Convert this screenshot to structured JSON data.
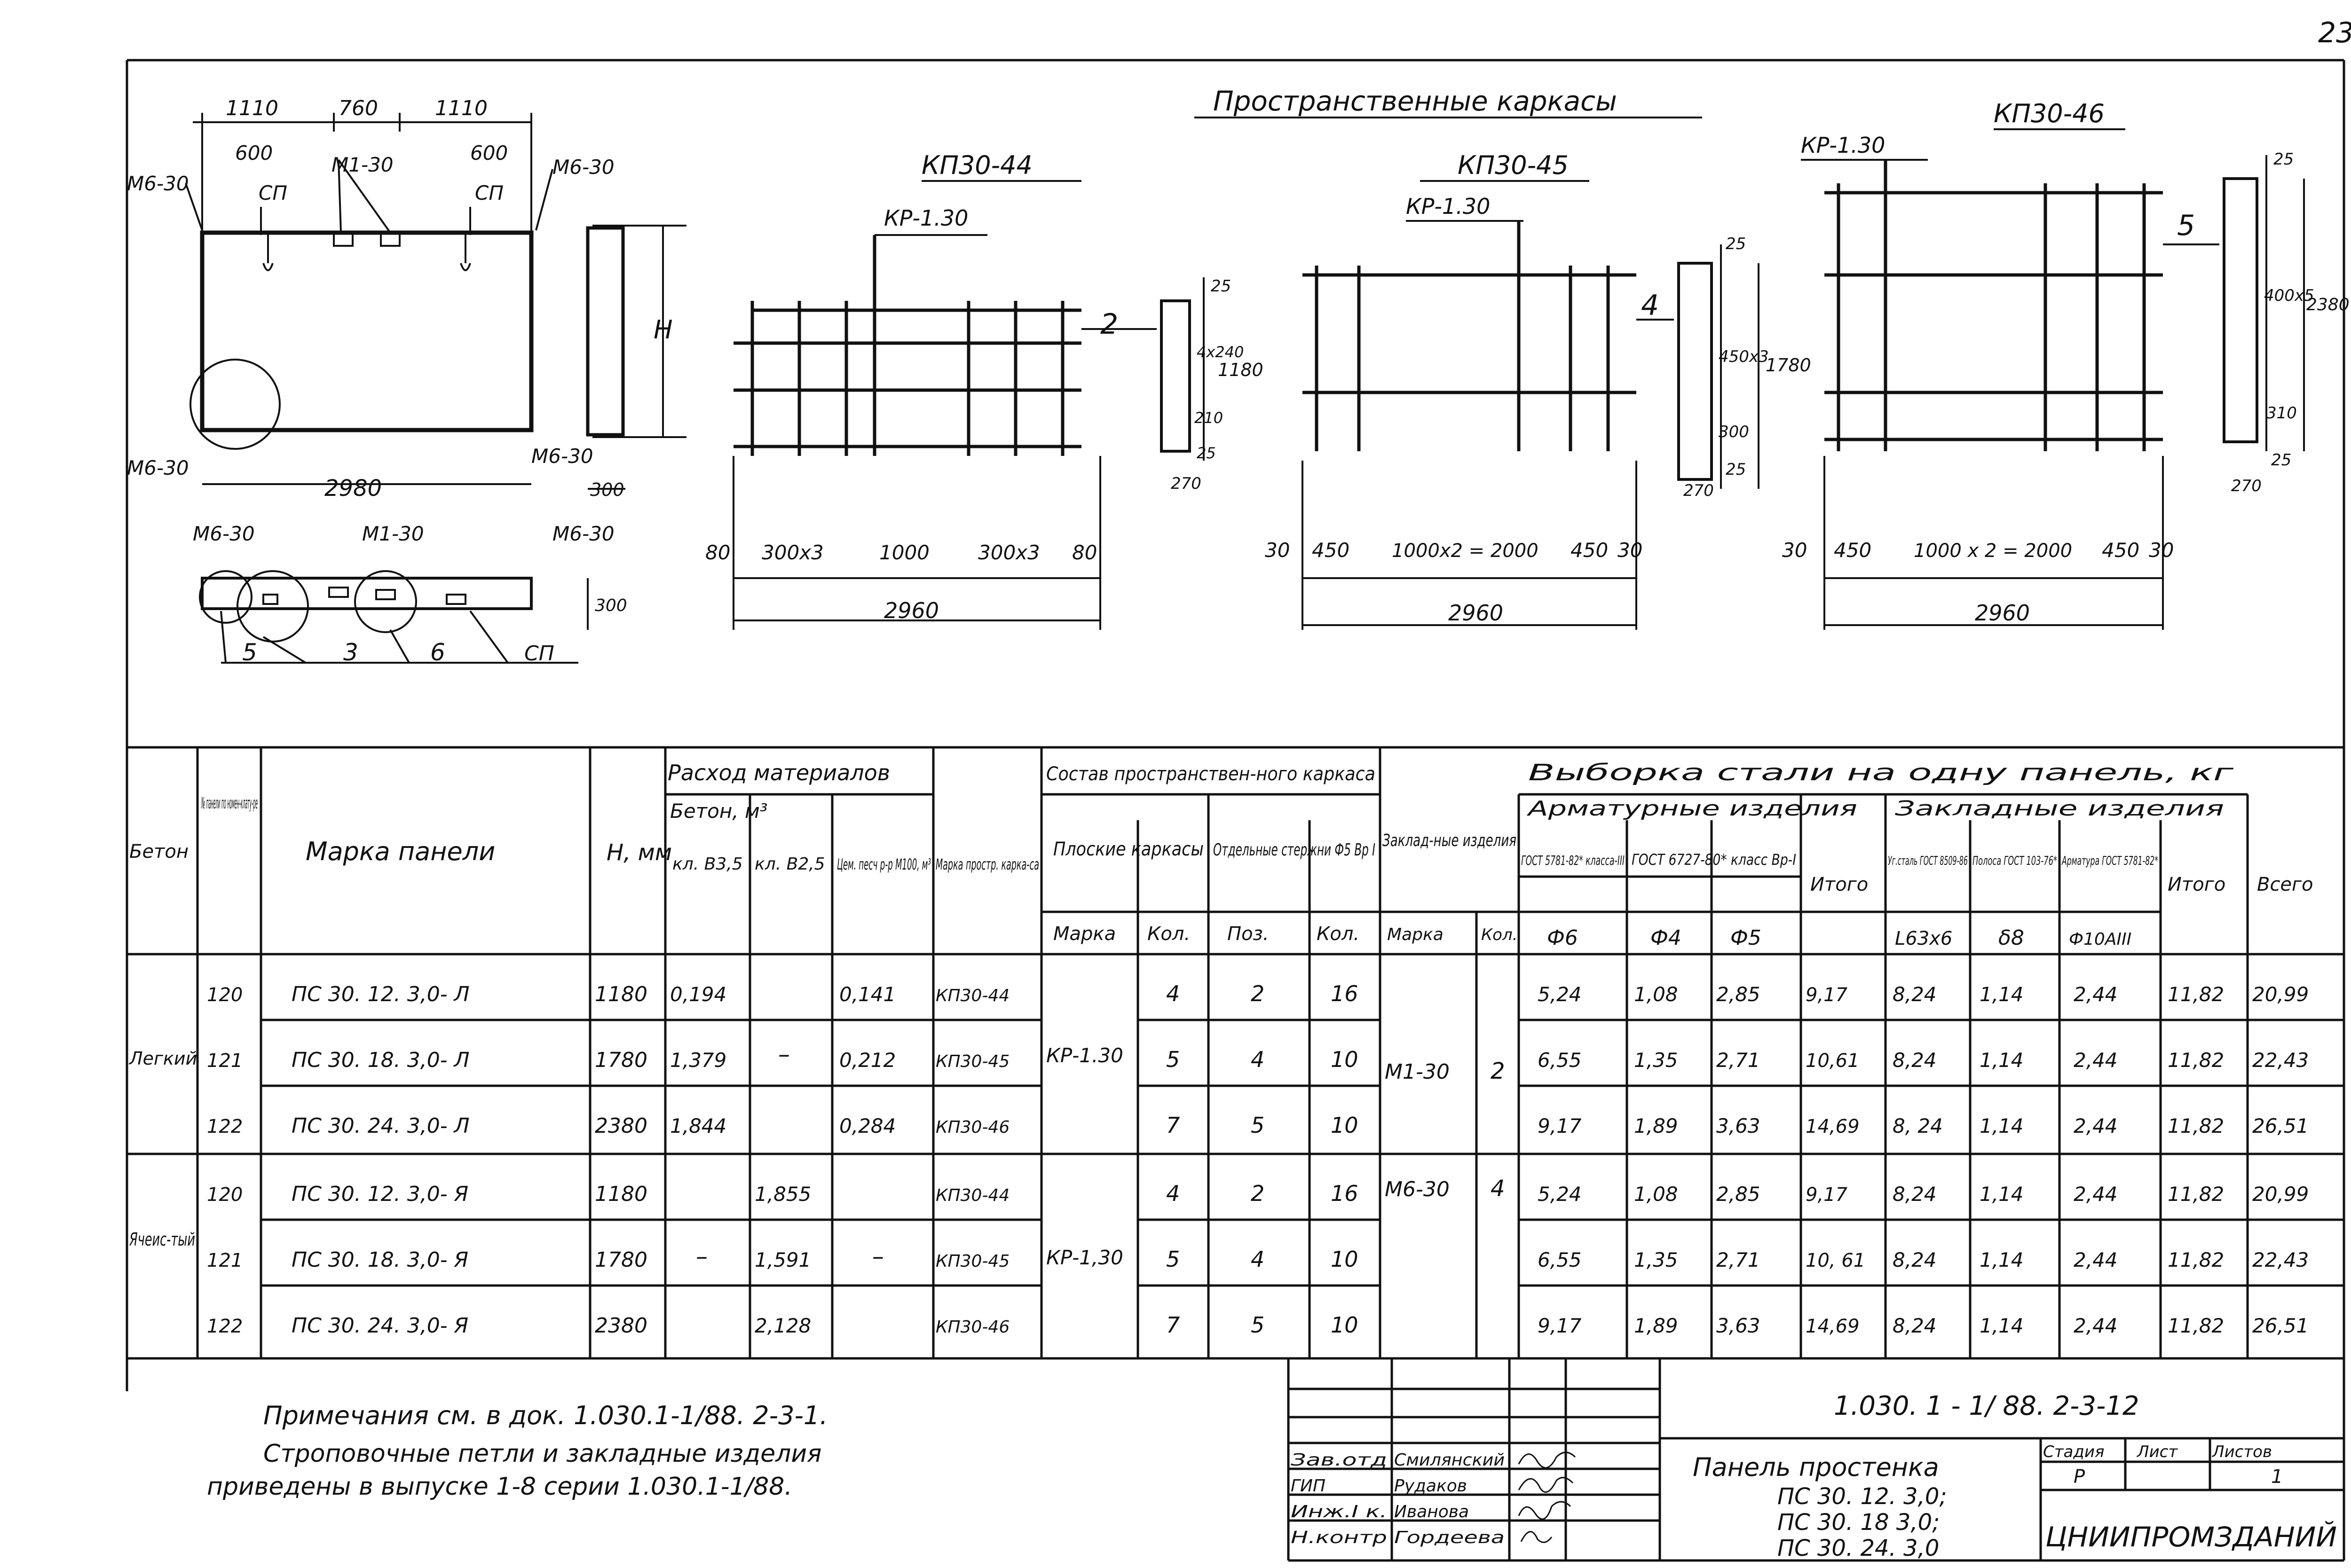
{
  "page_number": "23",
  "drawings": {
    "section_title": "Пространственные каркасы",
    "panel_view": {
      "dims_top": [
        "1110",
        "760",
        "1110"
      ],
      "dims_loops": [
        "600",
        "600"
      ],
      "labels_top": [
        "М6-30",
        "СП",
        "М1-30",
        "СП",
        "М6-30"
      ],
      "label_height": "Н",
      "label_bottom_left": "М6-30",
      "label_bottom_right": "М6-30",
      "dim_length": "2980",
      "dim_thickness": "300"
    },
    "plan_view": {
      "labels": [
        "М6-30",
        "М1-30",
        "М6-30"
      ],
      "callouts": [
        "5",
        "3",
        "6",
        "СП"
      ],
      "dim_thickness": "300"
    },
    "frame_44": {
      "mark": "КП30-44",
      "label": "КР-1.30",
      "node": "2",
      "dims": [
        "80",
        "300х3",
        "1000",
        "300х3",
        "80"
      ],
      "total": "2960",
      "section_dims": [
        "25",
        "4х240",
        "210",
        "25",
        "1180",
        "270"
      ]
    },
    "frame_45": {
      "mark": "КП30-45",
      "label": "КР-1.30",
      "node": "4",
      "dims": [
        "30",
        "450",
        "1000х2 = 2000",
        "450",
        "30"
      ],
      "total": "2960",
      "section_dims": [
        "25",
        "450х3",
        "300",
        "25",
        "1780",
        "270"
      ]
    },
    "frame_46": {
      "mark": "КП30-46",
      "label": "КР-1.30",
      "node": "5",
      "dims": [
        "30",
        "450",
        "1000 х 2 = 2000",
        "450",
        "30"
      ],
      "total": "2960",
      "section_dims": [
        "25",
        "400х5",
        "2380",
        "310",
        "25",
        "270"
      ]
    }
  },
  "table": {
    "headers": {
      "concrete": "Бетон",
      "no_nom": "№ панели по номен-клату-ре",
      "panel_mark": "Марка панели",
      "h_mm": "Н, мм",
      "materials": "Расход материалов",
      "concrete_m3": "Бетон, м³",
      "kl_b35": "кл. В3,5",
      "kl_b25": "кл. В2,5",
      "cement": "Цем. песч р-р М100, м³",
      "spatial_mark": "Марка простр. карка-са",
      "composition": "Состав пространствен-ного каркаса",
      "flat_frames": "Плоские каркасы",
      "separate_bars": "Отдельные стержни Ф5 Вр I",
      "embedded": "Заклад-ные изделия",
      "mark": "Марка",
      "qty": "Кол.",
      "pos": "Поз.",
      "steel_sample": "Выборка стали на одну панель, кг",
      "rebar_products": "Арматурные изделия",
      "embedded_products": "Закладные изделия",
      "gost5781": "ГОСТ 5781-82* класса-III",
      "gost6727": "ГОСТ 6727-80* класс Вр-I",
      "total": "Итого",
      "angle": "Уг.сталь ГОСТ 8509-86",
      "strip": "Полоса ГОСТ 103-76*",
      "rebar": "Арматура ГОСТ 5781-82*",
      "grand_total": "Всего",
      "d6": "Ф6",
      "d4": "Ф4",
      "d5": "Ф5",
      "l63": "L63х6",
      "d8": "δ8",
      "d10": "Ф10АIII"
    },
    "groups": [
      {
        "concrete": "Легкий",
        "flat_frame": "КР-1.30",
        "embedded_mark": "М1-30",
        "embedded_qty": "2",
        "cement_dash": "",
        "b35_dash": "",
        "b25_dash": "–",
        "rows": [
          {
            "no": "120",
            "mark": "ПС 30. 12. 3,0- Л",
            "h": "1180",
            "b35": "0,194",
            "b25": "",
            "cement": "0,141",
            "spatial": "КП30-44",
            "qty": "4",
            "pos": "2",
            "kol": "16",
            "d6": "5,24",
            "d4": "1,08",
            "d5": "2,85",
            "total1": "9,17",
            "l63": "8,24",
            "s8": "1,14",
            "d10": "2,44",
            "total2": "11,82",
            "grand": "20,99"
          },
          {
            "no": "121",
            "mark": "ПС 30. 18. 3,0- Л",
            "h": "1780",
            "b35": "1,379",
            "b25": "",
            "cement": "0,212",
            "spatial": "КП30-45",
            "qty": "5",
            "pos": "4",
            "kol": "10",
            "d6": "6,55",
            "d4": "1,35",
            "d5": "2,71",
            "total1": "10,61",
            "l63": "8,24",
            "s8": "1,14",
            "d10": "2,44",
            "total2": "11,82",
            "grand": "22,43"
          },
          {
            "no": "122",
            "mark": "ПС 30. 24. 3,0- Л",
            "h": "2380",
            "b35": "1,844",
            "b25": "",
            "cement": "0,284",
            "spatial": "КП30-46",
            "qty": "7",
            "pos": "5",
            "kol": "10",
            "d6": "9,17",
            "d4": "1,89",
            "d5": "3,63",
            "total1": "14,69",
            "l63": "8, 24",
            "s8": "1,14",
            "d10": "2,44",
            "total2": "11,82",
            "grand": "26,51"
          }
        ]
      },
      {
        "concrete": "Ячеис-тый",
        "flat_frame": "КР-1,30",
        "embedded_mark": "М6-30",
        "embedded_qty": "4",
        "cement_dash": "–",
        "b35_dash": "–",
        "b25_dash": "",
        "rows": [
          {
            "no": "120",
            "mark": "ПС 30. 12. 3,0- Я",
            "h": "1180",
            "b35": "",
            "b25": "1,855",
            "cement": "",
            "spatial": "КП30-44",
            "qty": "4",
            "pos": "2",
            "kol": "16",
            "d6": "5,24",
            "d4": "1,08",
            "d5": "2,85",
            "total1": "9,17",
            "l63": "8,24",
            "s8": "1,14",
            "d10": "2,44",
            "total2": "11,82",
            "grand": "20,99"
          },
          {
            "no": "121",
            "mark": "ПС 30. 18. 3,0- Я",
            "h": "1780",
            "b35": "",
            "b25": "1,591",
            "cement": "",
            "spatial": "КП30-45",
            "qty": "5",
            "pos": "4",
            "kol": "10",
            "d6": "6,55",
            "d4": "1,35",
            "d5": "2,71",
            "total1": "10, 61",
            "l63": "8,24",
            "s8": "1,14",
            "d10": "2,44",
            "total2": "11,82",
            "grand": "22,43"
          },
          {
            "no": "122",
            "mark": "ПС 30. 24. 3,0- Я",
            "h": "2380",
            "b35": "",
            "b25": "2,128",
            "cement": "",
            "spatial": "КП30-46",
            "qty": "7",
            "pos": "5",
            "kol": "10",
            "d6": "9,17",
            "d4": "1,89",
            "d5": "3,63",
            "total1": "14,69",
            "l63": "8,24",
            "s8": "1,14",
            "d10": "2,44",
            "total2": "11,82",
            "grand": "26,51"
          }
        ]
      }
    ]
  },
  "notes": {
    "line1": "Примечания   см.   в  док.  1.030.1-1/88. 2-3-1.",
    "line2": "Строповочные петли  и  закладные изделия",
    "line3": "приведены в выпуске 1-8 серии 1.030.1-1/88."
  },
  "title_block": {
    "doc_code": "1.030. 1 - 1/ 88. 2-3-12",
    "roles": [
      "Зав.отд",
      "ГИП",
      "Инж.I к.",
      "Н.контр"
    ],
    "names": [
      "Смилянский",
      "Рудаков",
      "Иванова",
      "Гордеева"
    ],
    "title_line1": "Панель простенка",
    "title_line2": "ПС 30. 12. 3,0;",
    "title_line3": "ПС 30. 18 3,0;",
    "title_line4": "ПС 30. 24. 3,0",
    "stage_label": "Стадия",
    "sheet_label": "Лист",
    "sheets_label": "Листов",
    "stage": "Р",
    "sheets": "1",
    "org": "ЦНИИПРОМЗДАНИЙ"
  }
}
